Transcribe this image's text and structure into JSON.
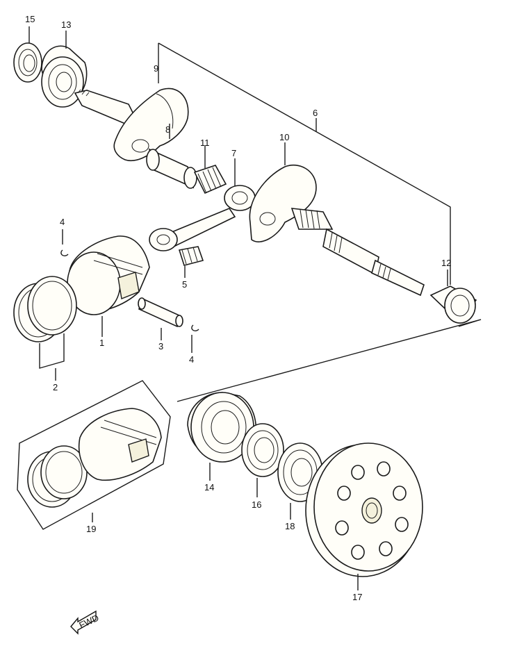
{
  "labels": {
    "p1": "1",
    "p2": "2",
    "p3": "3",
    "p4a": "4",
    "p4b": "4",
    "p5": "5",
    "p6": "6",
    "p7": "7",
    "p8": "8",
    "p9": "9",
    "p10": "10",
    "p11": "11",
    "p12": "12",
    "p13": "13",
    "p14": "14",
    "p15": "15",
    "p16": "16",
    "p17": "17",
    "p18": "18",
    "p19": "19"
  },
  "fwd": "FWD"
}
